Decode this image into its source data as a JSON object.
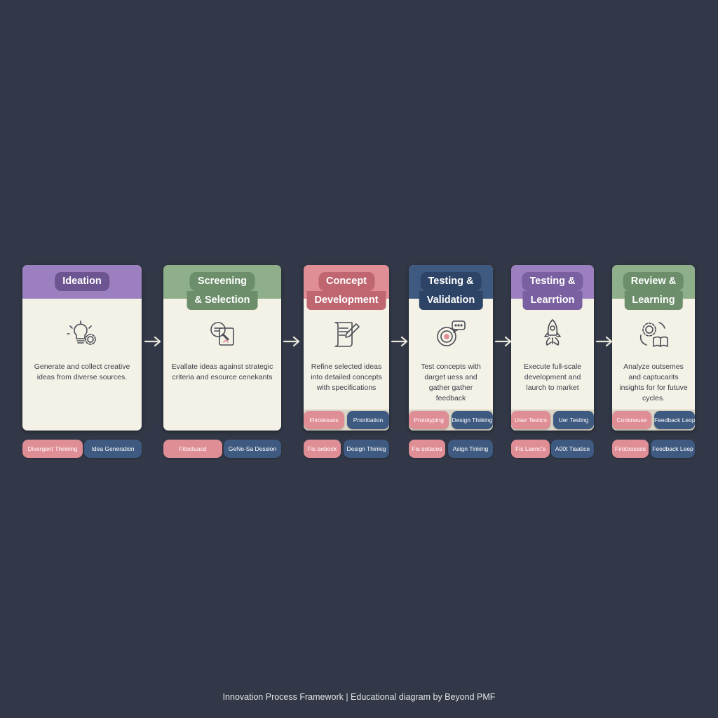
{
  "stages": [
    {
      "title_lines": [
        "Ideation"
      ],
      "description": "Generate and collect creative ideas from diverse sources.",
      "icon": "lightbulb-gear-icon",
      "head_color": "#9b7fbe",
      "pill_color": "#6c5590",
      "card_tags": [],
      "bottom_tags": [
        "Divergent Thinking",
        "Idea Generation"
      ]
    },
    {
      "title_lines": [
        "Screening",
        "& Selection"
      ],
      "description": "Evallate ideas against strategic criteria and esource cenekants",
      "icon": "magnifier-document-icon",
      "head_color": "#8fae8a",
      "pill_color": "#6c8e6a",
      "card_tags": [],
      "bottom_tags": [
        "Fitestuacd",
        "GeNe-Sa Dession"
      ]
    },
    {
      "title_lines": [
        "Concept",
        "Development"
      ],
      "description": "Refine selected ideas into detailed concepts with specifications",
      "icon": "document-pencil-icon",
      "head_color": "#e08e96",
      "pill_color": "#c06670",
      "card_tags": [
        "Flirotesses",
        "Prioritiation"
      ],
      "bottom_tags": [
        "Fis aebock",
        "Design Thinkig"
      ]
    },
    {
      "title_lines": [
        "Testing &",
        "Validation"
      ],
      "description": "Test concepts with darget uess and gather gather feedback",
      "icon": "target-chat-icon",
      "head_color": "#3e5a80",
      "pill_color": "#2e4466",
      "card_tags": [
        "Prototyping",
        "Design Thiiking"
      ],
      "bottom_tags": [
        "Fis sotaces",
        "Asign Tinking"
      ]
    },
    {
      "title_lines": [
        "Testing &",
        "Learrtion"
      ],
      "description": "Execute full-scale development and laurch to market",
      "icon": "rocket-icon",
      "head_color": "#9b7fbe",
      "pill_color": "#7a60a0",
      "card_tags": [
        "User Testics",
        "Uer Testing"
      ],
      "bottom_tags": [
        "Fis Laenc's",
        "A00t Tiaatice"
      ]
    },
    {
      "title_lines": [
        "Review &",
        "Learning"
      ],
      "description": "Analyze outsemes and captucarits insights for for futuve cycles.",
      "icon": "gear-book-icon",
      "head_color": "#8fae8a",
      "pill_color": "#6c8e6a",
      "card_tags": [
        "Contineuse",
        "Feedback Leop"
      ],
      "bottom_tags": [
        "Firotoosses",
        "Feedback Leep"
      ]
    }
  ],
  "arrow_icon": "arrow-right-icon",
  "footer": "Innovation Process Framework | Educational diagram by Beyond PMF"
}
